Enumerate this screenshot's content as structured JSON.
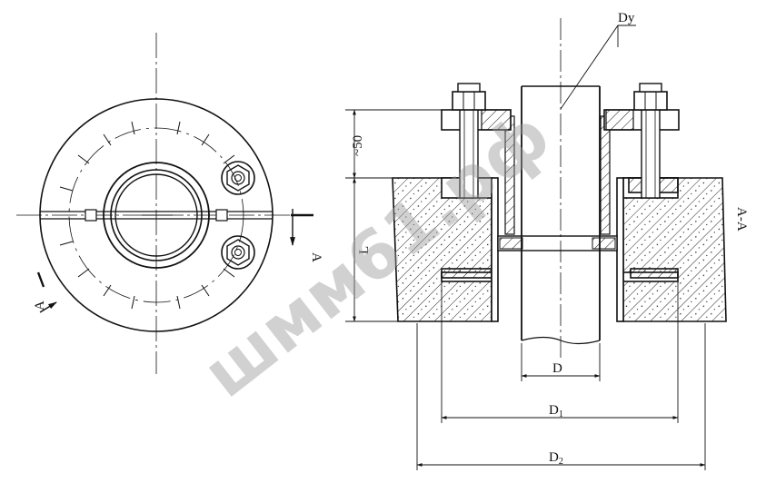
{
  "labels": {
    "dy": "Dy",
    "approx_height": "~50",
    "length": "L",
    "section": "A-A",
    "cut_a_top": "A",
    "cut_a_bottom": "A",
    "d": "D",
    "d1": "D",
    "d1_sub": "1",
    "d2": "D",
    "d2_sub": "2"
  },
  "watermark": "шмм61.рф",
  "colors": {
    "line": "#111111",
    "watermark": "#9a9a9a"
  }
}
